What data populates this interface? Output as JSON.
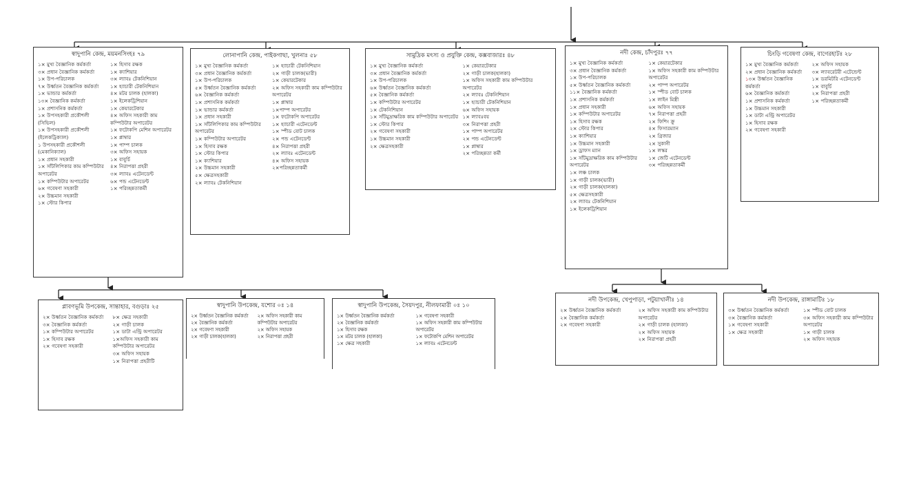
{
  "boxes": [
    {
      "id": "b1",
      "title": "স্বাদুপানি কেন্দ্র, ময়মনসিংহঃ ৭৯",
      "left": [
        "১× মুখ্য বৈজ্ঞানিক কর্মকর্তা",
        "৩× প্রধান বৈজ্ঞানিক কর্মকর্তা",
        "১× উপ-পরিচালক",
        "৭× উর্ধ্বতন বৈজ্ঞানিক কর্মকর্তা",
        "১× ভান্ডার কর্মকর্তা",
        "১৩× বৈজ্ঞানিক কর্মকর্তা",
        "১× প্রশাসনিক কর্মকর্তা",
        "১× উপসহকারী প্রকৌশলী (সিভিল)",
        "১× উপসহকারী প্রকৌশলী (ইলেকট্রিক্যাল)",
        "১ উপসহকারী প্রকৌশলী (মেকানিক্যাল)",
        "১× প্রধান সহকারী",
        "১× সাঁটলিপিকার কাম কম্পিউটার অপারেটর",
        "১× কম্পিউটার অপারেটর",
        "৬× গবেষণা সহকারী",
        "২× উচ্চমান সহকারী",
        "১× স্টোর কিপার"
      ],
      "right": [
        "১× হিসাব রক্ষক",
        "১× ক্যাশিয়ার",
        "৩× ল্যাবঃ টেকনিশিয়ান",
        "১× হ্যাচারী টেকনিশিয়ান",
        "৪× মটর চালক (হালকা)",
        "১× ইলেকট্রিশিয়ান",
        "১× কেয়ারটেকার",
        "৪× অফিস সহকারী কাম কম্পিউটার অপারেটর",
        "১× ফটোকপি মেশিন অপারেটর",
        "১× প্লাম্বার",
        "১× পাম্প চালক",
        "৩× অফিস সহায়ক",
        "১× বাবুর্চি",
        "৪× নিরাপত্তা প্রহরী",
        "৩× ল্যাবঃ এটেনডেন্ট",
        "৬× পন্ড এটেনডেন্ট",
        "১× পরিচ্ছন্নতাকর্মী"
      ]
    },
    {
      "id": "b2",
      "title": "লোনাপানি কেন্দ্র, পাইকগাছা, খুলনাঃ ৫৮",
      "left": [
        "১× মুখ্য বৈজ্ঞানিক কর্মকর্তা",
        "৩× প্রধান বৈজ্ঞানিক কর্মকর্তা",
        "১× উপ-পরিচালক",
        "৫× উর্ধ্বতন বৈজ্ঞানিক কর্মকর্তা",
        "৬× বৈজ্ঞানিক কর্মকর্তা",
        "১× প্রশাসনিক কর্মকর্তা",
        "১× ভান্ডার কর্মকর্তা",
        "১× প্রধান সহকারী",
        "১× সাঁটলিপিকার কাম কম্পিউটার অপারেটর",
        "১× কম্পিউটার অপারেটর",
        "১× হিসাব রক্ষক",
        "১× স্টোর কিপার",
        "১× ক্যাশিয়ার",
        "২× উচ্চমান সহকারী",
        "৫× ক্ষেত্রসহকারী",
        "২× ল্যাবঃ টেকনিশিয়ান"
      ],
      "right": [
        "১× হ্যাচারী টেকনিশিয়ান",
        "২× গাড়ী চালক(ভারী)",
        "১× কেয়ারটেকার",
        "২× অফিস সহকারী কাম কম্পিউটার অপারেটর",
        "১× প্লাম্বার",
        "১×পাম্প অপারেটর",
        "১× ফটোকপি অপারেটর",
        "১× হ্যাচারী এটেনডেন্ট",
        "১× স্পীড বোট চালক",
        "২× পন্ড এটেনডেন্ট",
        "৪× নিরাপত্তা প্রহরী",
        "২× ল্যাবঃ এটেনডেন্ট",
        "৪× অফিস সহায়ক",
        "২×পরিচ্ছন্নতাকর্মী"
      ]
    },
    {
      "id": "b3",
      "title": "সামুদ্রিক মৎস্য ও প্রযুক্তি কেন্দ্র, কক্সবাজারঃ ৪৮",
      "left": [
        "১× মুখ্য বৈজ্ঞানিক কর্মকর্তা",
        "৩× প্রধান বৈজ্ঞানিক কর্মকর্তা",
        "১× উপ-পরিচালক",
        "৬× উর্ধ্বতন বৈজ্ঞানিক কর্মকর্তা",
        "৫× বৈজ্ঞানিক কর্মকর্তা",
        "১× কম্পিউটার অপারেটর",
        "১× টেকনিশিয়ান",
        "১× সাঁটমুদ্রাক্ষরিক কাম কম্পিউটার অপারেটর",
        "১× স্টোর কিপার",
        "২× গবেষণা সহকারী",
        "১× উচ্চমান সহকারী",
        "২× ক্ষেত্রসহকারী"
      ],
      "right": [
        "১× কেয়ারটেকার",
        "২× গাড়ী চালক(হালকা)",
        "১× অফিস সহকারী কাম কম্পিউটার অপারেটর",
        "২× ল্যাবঃ টেকনিশিয়ান",
        "১× হ্যাচারী টেকনিশিয়ান",
        "৬× অফিস সহায়ক",
        "১× ল্যাবঃবয়",
        "৩× নিরাপত্তা প্রহরী",
        "১× পাম্প অপারেটর",
        "২× পন্ড এটেনডেন্ট",
        "১× প্লাম্বার",
        "২× পরিচ্ছন্নতা কর্মী"
      ]
    },
    {
      "id": "b4",
      "title": "নদী কেন্দ্র, চাঁদপুরঃ ৭৭",
      "left": [
        "১× মুখ্য বৈজ্ঞানিক কর্মকর্তা",
        "৩× প্রধান বৈজ্ঞানিক কর্মকর্তা",
        "১× উপ-পরিচালক",
        "৫× উর্ধ্বতন বৈজ্ঞানিক কর্মকর্তা",
        "১১× বৈজ্ঞানিক কর্মকর্তা",
        "১× প্রশাসনিক কর্মকর্তা",
        "১× প্রধান সহকারী",
        "১× কম্পিউটার অপারেটর",
        "১× হিসাব রক্ষক",
        "২× স্টোর কিপার",
        "১× ক্যাশিয়ার",
        "১× উচ্চমান সহকারী",
        "১× ড্রাফস ম্যান",
        "১× সাঁটমুদ্রাক্ষরিক কাম কম্পিউটার অপারেটর",
        "১× লঞ্চ চালক",
        "১× গাড়ী চালক(ভারী)",
        "২× গাড়ী চালক(হালকা)",
        "৫× ক্ষেত্রসহকারী",
        "২× ল্যাবঃ টেকনিশিয়ান",
        "১× ইলেকট্রিশিয়ান"
      ],
      "right": [
        "১× কেয়ারটেকার",
        "১× অফিস সহকারী কাম কম্পিউটার অপারেটর",
        "২× পাম্প অপারেটর",
        "১× স্পীড বোট চালক",
        "১× লাইন মিস্ত্রী",
        "৬× অফিস সহায়ক",
        "৭× নিরাপত্তা প্রহরী",
        "২× ফিশিং ক্রু",
        "৪× ফিসারম্যান",
        "২× গ্রিজার",
        "২× সুকানী",
        "১× লস্কর",
        "১× জেটি এটেনডেন্ট",
        "৩× পরিচ্ছন্নতাকর্মী"
      ]
    },
    {
      "id": "b5",
      "title": "চিংড়ি গবেষণা কেন্দ্র, বাগেরহাটঃ ২৮",
      "left": [
        "১× মুখ্য বৈজ্ঞানিক কর্মকর্তা",
        "২× প্রধান বৈজ্ঞানিক কর্মকর্তা",
        {
          "red": "১",
          "text": "৩× উর্ধ্বতন বৈজ্ঞানিক কর্মকর্তা"
        },
        "৬× বৈজ্ঞানিক কর্মকর্তা",
        "১× প্রশাসনিক কর্মকর্তা",
        "১× উচ্চমান সহকারী",
        "১× ডাটা এন্ট্রি অপারেটর",
        "১× হিসাব রক্ষক",
        "২× গবেষণা সহকারী"
      ],
      "right": [
        "২× অফিস সহায়ক",
        "৩× ল্যাবরেটরী এটেন্ডেন্ট",
        "১× ডরমিটরি এটেনডেন্ট",
        "১× বাবুর্চি",
        "২× নিরাপত্তা প্রহরী",
        "১× পরিচ্ছন্নতাকর্মী"
      ]
    },
    {
      "id": "b6",
      "title": "প্লাবণভূমি উপকেন্দ্র, সান্তাহার, বগুড়াঃ ২৫",
      "left": [
        "২× উর্ধ্বতন বৈজ্ঞানিক কর্মকর্তা",
        "৩× বৈজ্ঞানিক কর্মকর্তা",
        "১× কম্পিউটার অপারেটর",
        "১× হিসাব রক্ষক",
        "২× গবেষণা সহকারী"
      ],
      "right": [
        "৮× ক্ষেত্র সহকারী",
        "২× গাড়ী চালক",
        "১× ডাটা এন্ট্রি অপারেটর",
        "১×অফিস সহকারী কাম কম্পিউটার অপারেটর",
        "৩× অফিস সহায়ক",
        "১× নিরাপত্তা প্রহরীটি"
      ]
    },
    {
      "id": "b7",
      "title": "স্বাদুপানি উপকেন্দ্র, যশোর ০ঃ ১৪",
      "left": [
        "২× উর্ধ্বতন বৈজ্ঞানিক কর্মকর্তা",
        "২× বৈজ্ঞানিক কর্মকর্তা",
        "২× গবেষণা সহকারী",
        "২× গাড়ী চালক(হালকা)"
      ],
      "right": [
        "২× অফিস সহকারী কাম কম্পিউটার অপারেটর",
        "২× অফিস সহায়ক",
        "২× নিরাপত্তা প্রহরী"
      ]
    },
    {
      "id": "b8",
      "title": "স্বাদুপানি উপকেন্দ্র, সৈয়দপুর, নীলফামারী ০ঃ ১০",
      "left": [
        "১× উর্ধ্বতন বৈজ্ঞানিক কর্মকর্তা",
        "২× বৈজ্ঞানিক কর্মকর্তা",
        "১× হিসাব রক্ষক",
        "১× মটর চালক (হালকা)",
        "১× ক্ষেত্র সহকারী"
      ],
      "right": [
        "১× গবেষণা সহকারী",
        "১× অফিস সহকারী কাম কম্পিউটার অপারেটর",
        "১× ফটোকপি মেশিন অপারেটর",
        "১× ল্যাবঃ এটেনডেন্ট"
      ]
    },
    {
      "id": "b9",
      "title": "নদী উপকেন্দ্র, খেপুপাড়া, পটুয়াখালীঃ ১৪",
      "left": [
        "২× উর্ধ্বতন বৈজ্ঞানিক কর্মকর্তা",
        "২× বৈজ্ঞানিক কর্মকর্তা",
        "২× গবেষণা সহকারী"
      ],
      "right": [
        "২× অফিস সহকারী কাম কম্পিউটার অপারেটর",
        "২× গাড়ী চালক (হালকা)",
        "২× অফিস সহায়ক",
        "২× নিরাপত্তা প্রহরী"
      ]
    },
    {
      "id": "b10",
      "title": "নদী উপকেন্দ্র, রাঙ্গামাটিঃ ১৮",
      "left": [
        "৩× উর্ধ্বতন বৈজ্ঞানিক কর্মকর্তা",
        "৩× বৈজ্ঞানিক কর্মকর্তা",
        "১× গবেষণা সহকারী",
        "১× ক্ষেত্র সহকারী"
      ],
      "right": [
        "১× স্পীড বোট চালক",
        "৩× অফিস সহকারী কাম কম্পিউটার অপারেটর",
        "১× গাড়ী চালক",
        "২× অফিস সহায়ক"
      ]
    }
  ],
  "colors": {
    "line": "#222222",
    "highlight": "#d0021b"
  }
}
